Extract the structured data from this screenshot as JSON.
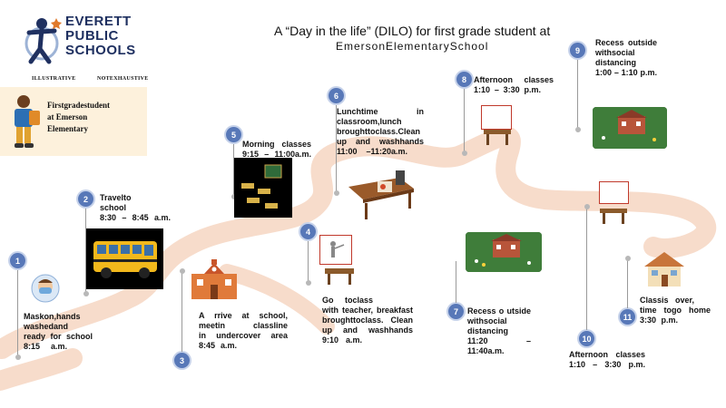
{
  "header": {
    "logo_text": [
      "EVERETT",
      "PUBLIC",
      "SCHOOLS"
    ],
    "title_line1": "A “Day in the life” (DILO) for first grade student at",
    "title_line2": "EmersonElementarySchool"
  },
  "tags": {
    "left": "ILLUSTRATIVE",
    "right": "NOTEXHAUSTIVE"
  },
  "student_card": {
    "text": [
      "Firstgradestudent",
      "at Emerson",
      "Elementary"
    ]
  },
  "steps": [
    {
      "num": "1",
      "lines": [
        "Maskon,hands",
        "washedand",
        "ready for school",
        "8:15 a.m."
      ]
    },
    {
      "num": "2",
      "lines": [
        "Travelto",
        "school",
        "8:30 – 8:45 a.m."
      ]
    },
    {
      "num": "3",
      "lines": [
        "A rrive at school,",
        "meetin classline",
        "in undercover area",
        "8:45 a.m."
      ]
    },
    {
      "num": "4",
      "lines": [
        "Go toclass",
        "with teacher, breakfast",
        "broughttoclass. Clean",
        "up and washhands",
        "9:10 a.m."
      ]
    },
    {
      "num": "5",
      "lines": [
        "Morning classes",
        "9:15 – 11:00a.m."
      ]
    },
    {
      "num": "6",
      "lines": [
        "Lunchtime in",
        "classroom,lunch",
        "broughttoclass.Clean",
        "up and washhands",
        "11:00 –11:20a.m."
      ]
    },
    {
      "num": "7",
      "lines": [
        "Recess o utside",
        "withsocial",
        "distancing",
        "11:20 – 11:40a.m."
      ]
    },
    {
      "num": "8",
      "lines": [
        "Afternoon classes",
        "1:10 – 3:30 p.m."
      ]
    },
    {
      "num": "9",
      "lines": [
        "Recess outside",
        "withsocial",
        "distancing",
        "1:00 – 1:10 p.m."
      ]
    },
    {
      "num": "10",
      "lines": [
        "Afternoon classes",
        "1:10 – 3:30 p.m."
      ]
    },
    {
      "num": "11",
      "lines": [
        "Classis over,",
        "time togo home",
        "3:30 p.m."
      ]
    }
  ]
}
